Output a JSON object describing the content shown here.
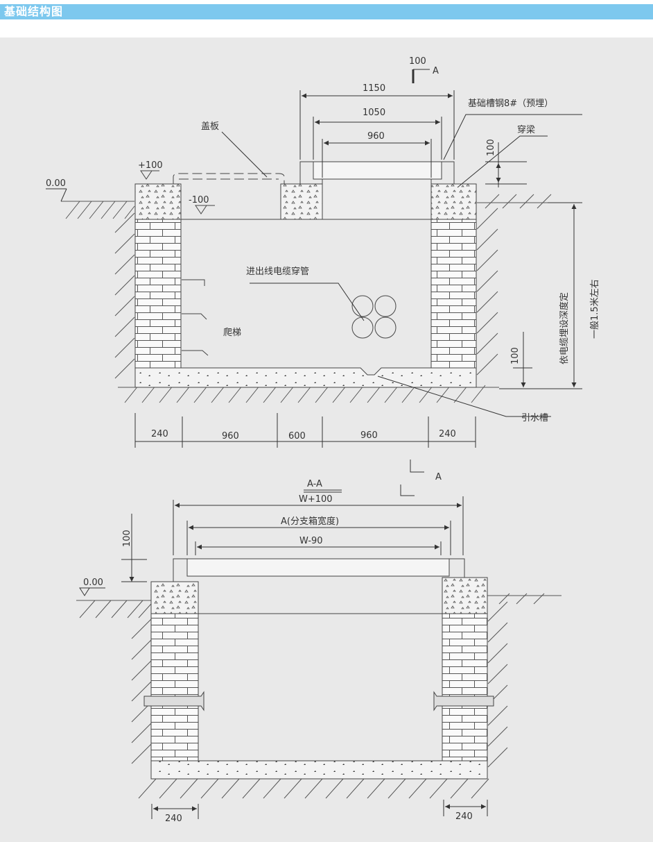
{
  "header": {
    "title": "基础结构图"
  },
  "top_view": {
    "dim_1150": "1150",
    "dim_1050": "1050",
    "dim_960": "960",
    "section_top_num": "100",
    "section_top_letter": "A",
    "channel_steel": "基础槽钢8#（预埋）",
    "cover_plate": "盖板",
    "beam": "穿梁",
    "level_plus": "+100",
    "level_zero": "0.00",
    "level_minus": "-100",
    "dim_100_top": "100",
    "cable_pipe": "进出线电缆穿管",
    "ladder": "爬梯",
    "depth_label": "依电缆埋设深度定",
    "depth_note": "一般1.5米左右",
    "dim_100_bottom": "100",
    "drain": "引水槽",
    "bottom_dims": [
      "240",
      "960",
      "600",
      "960",
      "240"
    ],
    "section_bottom_letter": "A"
  },
  "section_view": {
    "section_title": "A-A",
    "dim_w100": "W+100",
    "dim_a": "A(分支箱宽度)",
    "dim_w90": "W-90",
    "dim_100": "100",
    "level_zero": "0.00",
    "dim_240_left": "240",
    "dim_240_right": "240"
  }
}
